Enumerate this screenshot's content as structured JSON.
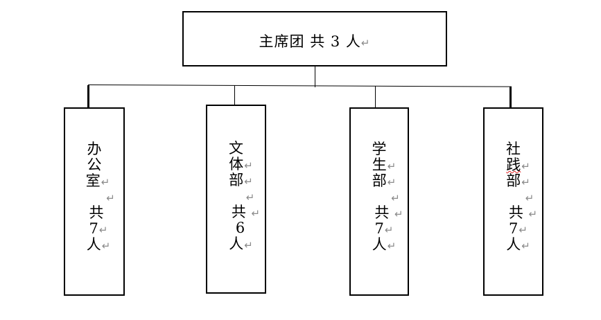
{
  "top": {
    "label": "主席团 共 3 人",
    "return_mark": "↵"
  },
  "return_mark": "↵",
  "departments": [
    {
      "name_chars": [
        "办",
        "公",
        "室"
      ],
      "count_chars": [
        "共",
        "7",
        "人"
      ]
    },
    {
      "name_chars": [
        "文",
        "体",
        "部"
      ],
      "count_chars": [
        "共",
        "6",
        "人"
      ]
    },
    {
      "name_chars": [
        "学",
        "生",
        "部"
      ],
      "count_chars": [
        "共",
        "7",
        "人"
      ]
    },
    {
      "name_chars": [
        "社",
        "践",
        "部"
      ],
      "count_chars": [
        "共",
        "7",
        "人"
      ]
    }
  ]
}
